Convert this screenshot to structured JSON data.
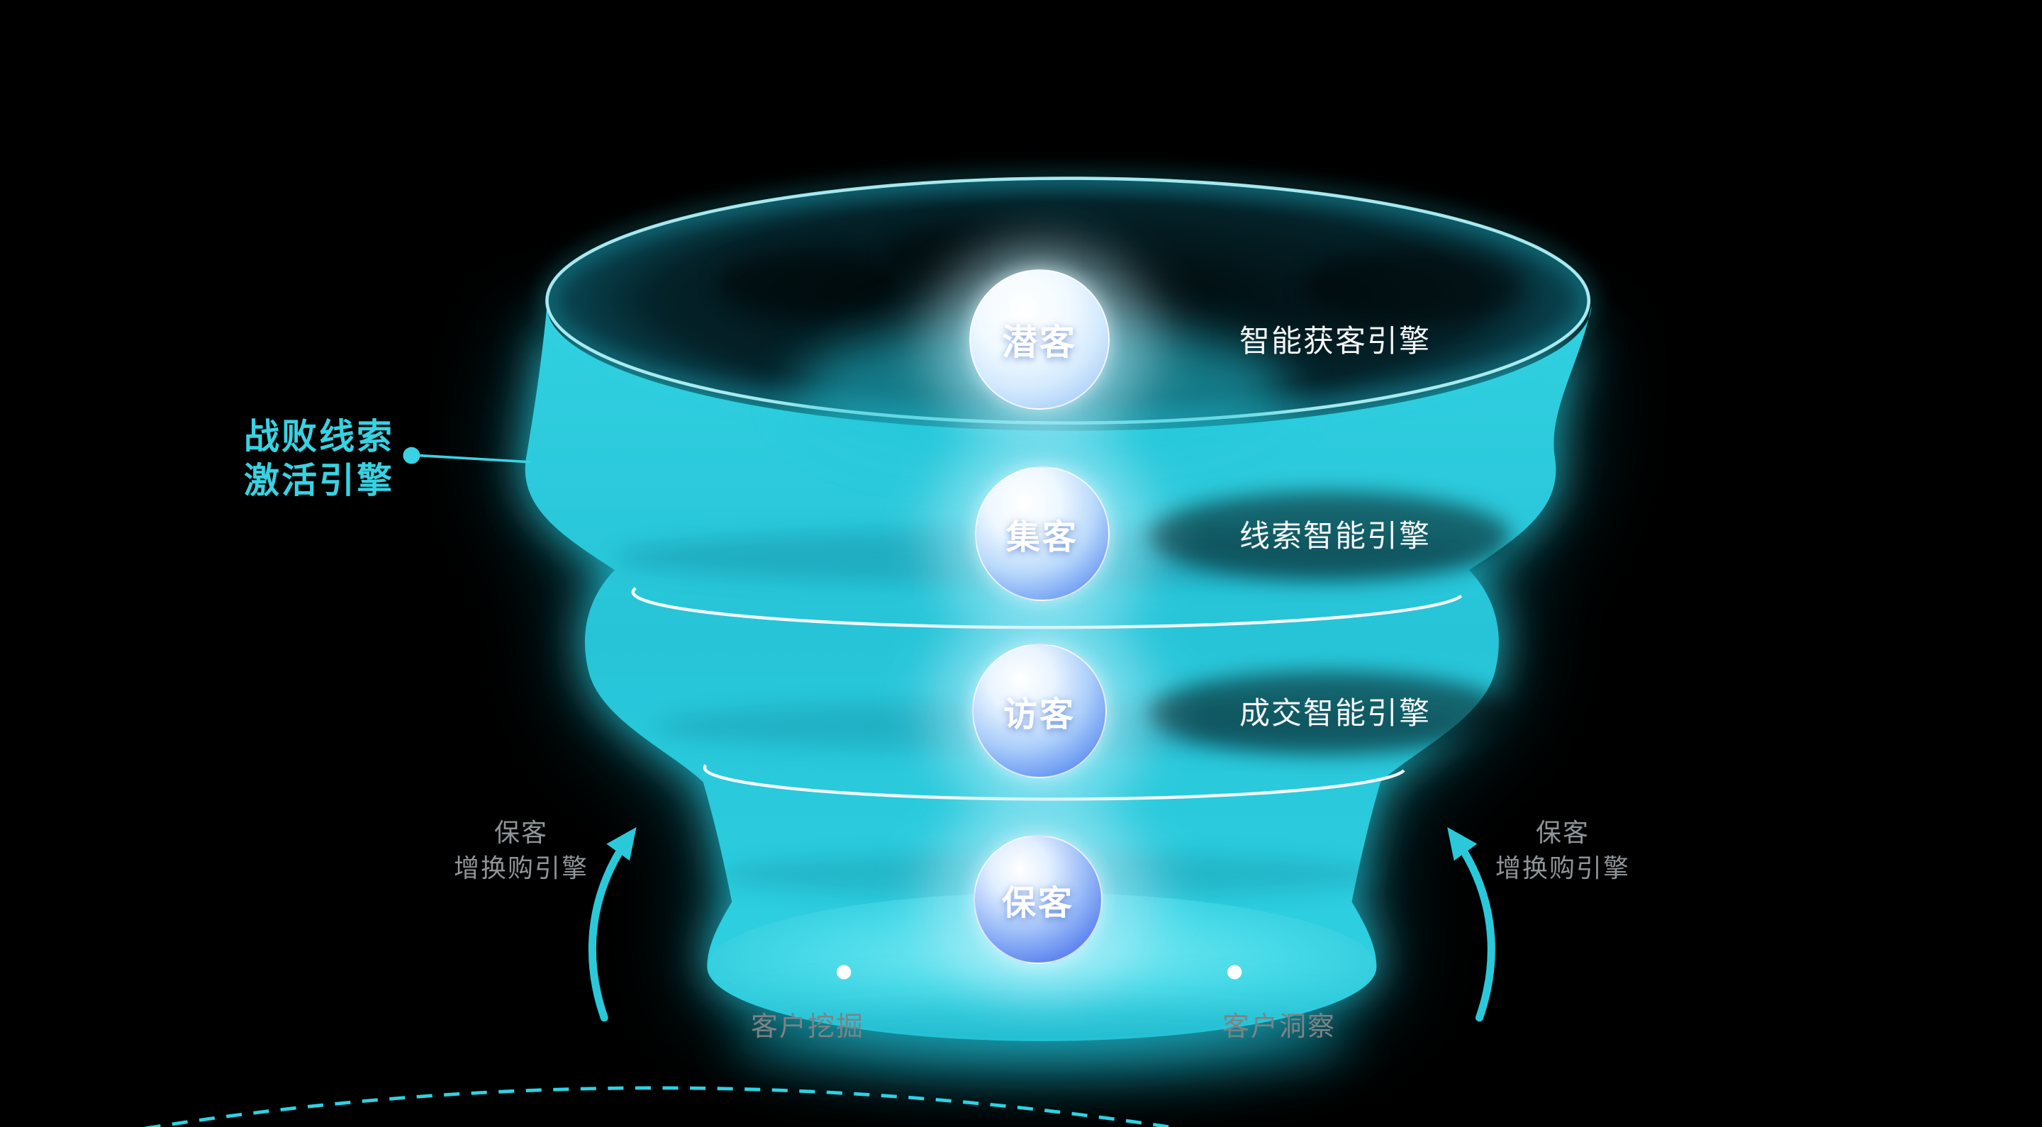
{
  "background": "#000000",
  "colors": {
    "funnel_cyan": "#2BCADC",
    "accent_cyan": "#38D2E2",
    "label_white": "#F4F6F7",
    "muted_gray": "#8E9498",
    "circle_blue": "#5D8BED",
    "separator_white": "#FFFFFF"
  },
  "stages": [
    {
      "label": "潜客"
    },
    {
      "label": "集客"
    },
    {
      "label": "访客"
    },
    {
      "label": "保客"
    }
  ],
  "engine_labels": [
    {
      "text": "智能获客引擎"
    },
    {
      "text": "线索智能引擎"
    },
    {
      "text": "成交智能引擎"
    }
  ],
  "callout": {
    "line1": "战败线索",
    "line2": "激活引擎"
  },
  "side_labels": {
    "left": {
      "line1": "保客",
      "line2": "增换购引擎"
    },
    "right": {
      "line1": "保客",
      "line2": "增换购引擎"
    }
  },
  "bottom_labels": [
    {
      "text": "客户挖掘"
    },
    {
      "text": "客户洞察"
    }
  ]
}
